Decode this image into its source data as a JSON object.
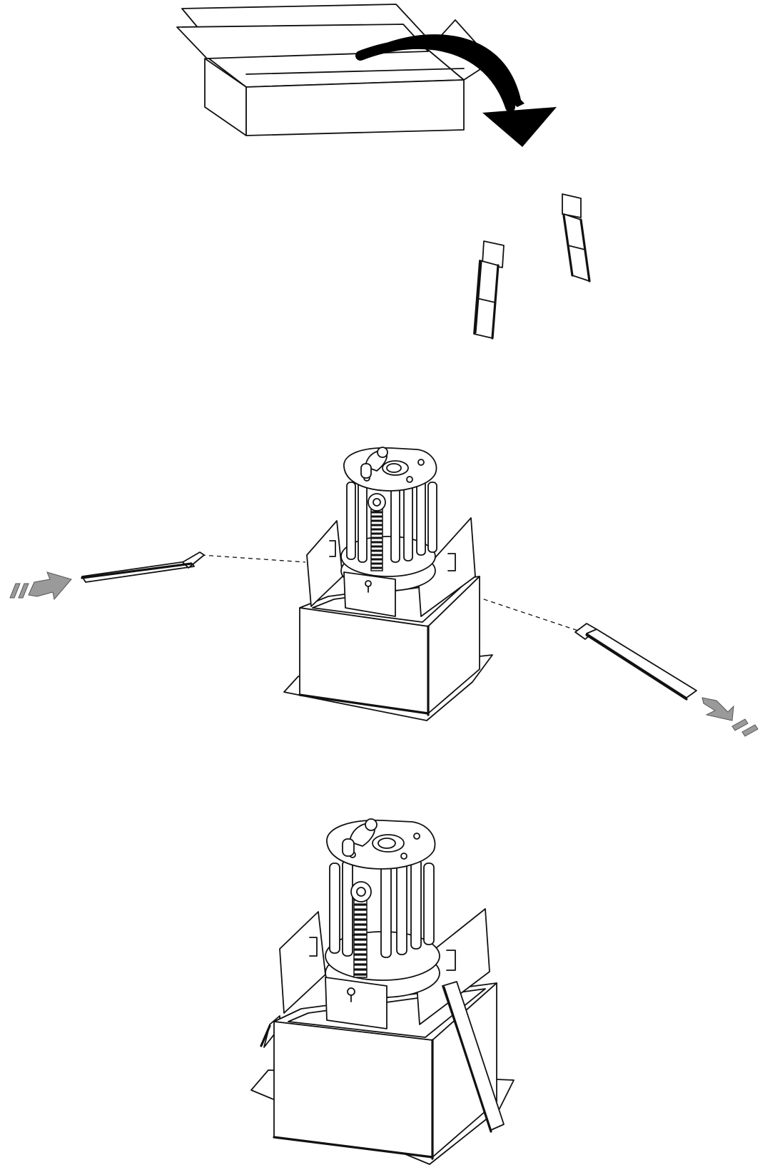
{
  "figure": {
    "steps": [
      {
        "id": "unbox",
        "parts": [
          "box",
          "flip-arrow",
          "mounting-clip-left",
          "mounting-clip-right"
        ]
      },
      {
        "id": "insert-clips",
        "parts": [
          "fixture",
          "clip-left",
          "clip-right",
          "push-arrow-left",
          "push-arrow-right",
          "guide-line-left",
          "guide-line-right"
        ]
      },
      {
        "id": "assembled",
        "parts": [
          "fixture",
          "spring-clip-left",
          "spring-clip-right"
        ]
      }
    ],
    "colors": {
      "line": "#111111",
      "arrow_fill": "#9a9a9a",
      "flip_arrow": "#000000",
      "background": "#ffffff"
    }
  }
}
